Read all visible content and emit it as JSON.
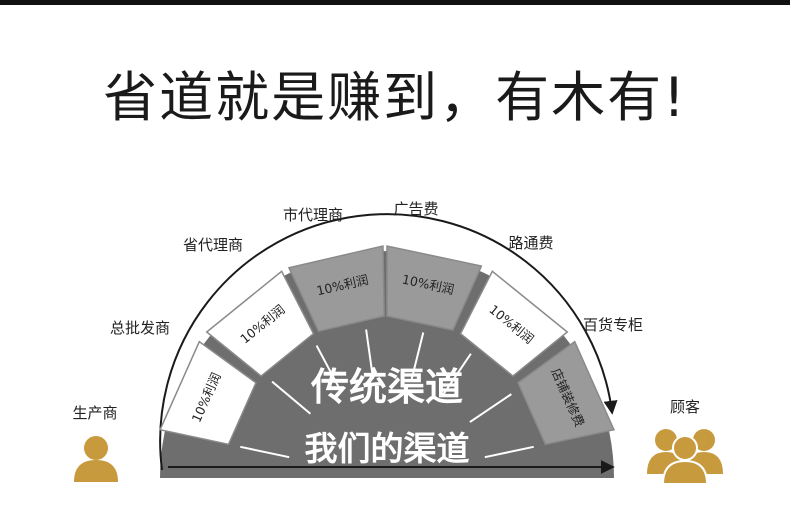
{
  "headline": "省道就是赚到，有木有!",
  "start_label": "生产商",
  "end_label": "顾客",
  "stages": [
    {
      "label": "总批发商",
      "segment_text": "10%利润",
      "fill": "#ffffff"
    },
    {
      "label": "省代理商",
      "segment_text": "10%利润",
      "fill": "#ffffff"
    },
    {
      "label": "市代理商",
      "segment_text": "10%利润",
      "fill": "#9a9a9a"
    },
    {
      "label": "广告费",
      "segment_text": "10%利润",
      "fill": "#9a9a9a"
    },
    {
      "label": "路通费",
      "segment_text": "10%利润",
      "fill": "#ffffff"
    },
    {
      "label": "百货专柜",
      "segment_text": "店铺装修费",
      "fill": "#9a9a9a"
    }
  ],
  "center_title": "传统渠道",
  "bottom_title": "我们的渠道",
  "colors": {
    "semicircle": "#6e6e6e",
    "person_icon": "#c79a3e",
    "top_bar": "#111111"
  },
  "icons": {
    "start": "person-icon",
    "end": "group-icon"
  }
}
